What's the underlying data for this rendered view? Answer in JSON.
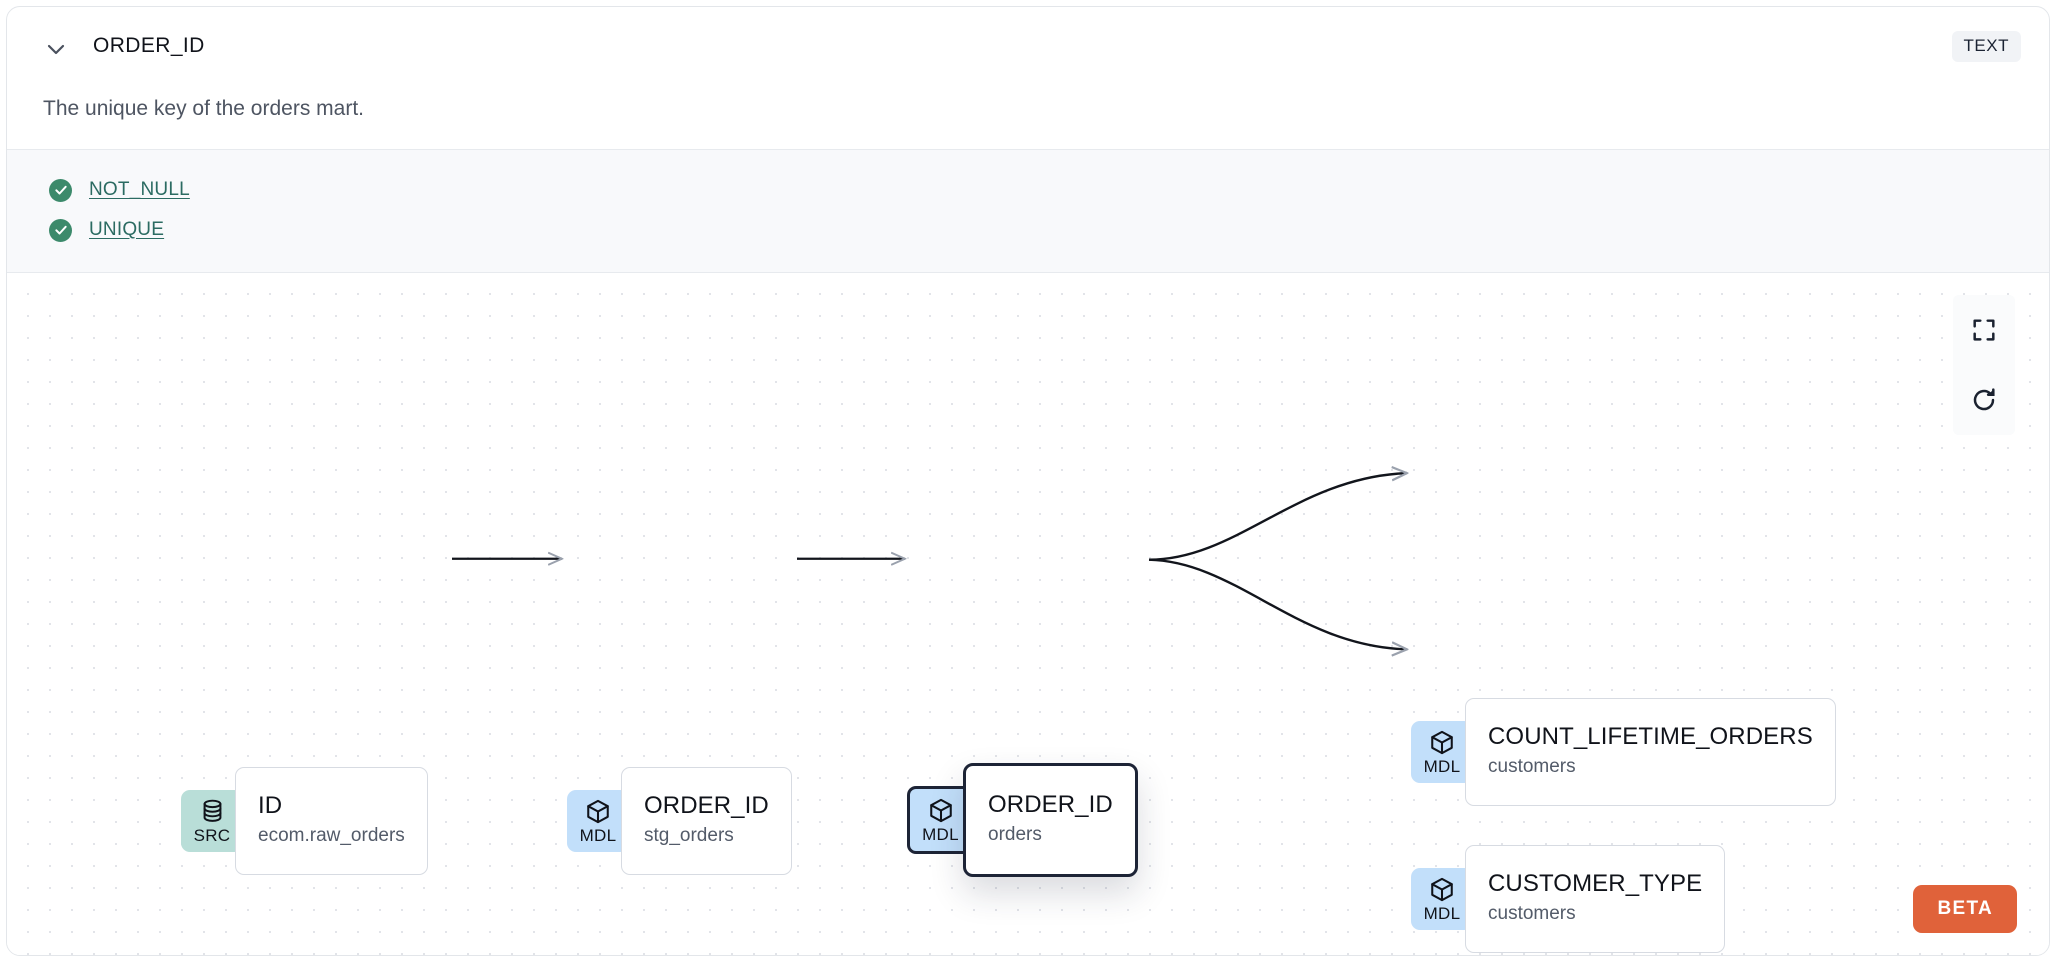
{
  "header": {
    "chevron_icon": "chevron-down-icon",
    "title": "ORDER_ID",
    "type_badge": "TEXT"
  },
  "description": "The unique key of the orders mart.",
  "tests": {
    "items": [
      {
        "status_icon": "check-circle-icon",
        "label": "NOT_NULL"
      },
      {
        "status_icon": "check-circle-icon",
        "label": "UNIQUE"
      }
    ]
  },
  "graph": {
    "nodes": [
      {
        "id": "src-id",
        "kind": "SRC",
        "kind_icon": "database-icon",
        "name": "ID",
        "source": "ecom.raw_orders",
        "selected": false
      },
      {
        "id": "mdl-stg-order-id",
        "kind": "MDL",
        "kind_icon": "cube-icon",
        "name": "ORDER_ID",
        "source": "stg_orders",
        "selected": false
      },
      {
        "id": "mdl-orders-order-id",
        "kind": "MDL",
        "kind_icon": "cube-icon",
        "name": "ORDER_ID",
        "source": "orders",
        "selected": true
      },
      {
        "id": "mdl-count-lifetime-orders",
        "kind": "MDL",
        "kind_icon": "cube-icon",
        "name": "COUNT_LIFETIME_ORDERS",
        "source": "customers",
        "selected": false
      },
      {
        "id": "mdl-customer-type",
        "kind": "MDL",
        "kind_icon": "cube-icon",
        "name": "CUSTOMER_TYPE",
        "source": "customers",
        "selected": false
      }
    ],
    "edges": [
      {
        "from": "src-id",
        "to": "mdl-stg-order-id"
      },
      {
        "from": "mdl-stg-order-id",
        "to": "mdl-orders-order-id"
      },
      {
        "from": "mdl-orders-order-id",
        "to": "mdl-count-lifetime-orders"
      },
      {
        "from": "mdl-orders-order-id",
        "to": "mdl-customer-type"
      }
    ],
    "controls": [
      {
        "name": "fit-view-button",
        "icon": "fit-screen-icon"
      },
      {
        "name": "refresh-button",
        "icon": "refresh-icon"
      }
    ],
    "beta_badge": "BETA"
  },
  "colors": {
    "src_badge": "#b9ded8",
    "mdl_badge": "#c2dffa",
    "test_pass": "#3c8a6b",
    "test_link": "#2b6b62",
    "beta": "#e0623a",
    "selected_border": "#1d2436"
  }
}
